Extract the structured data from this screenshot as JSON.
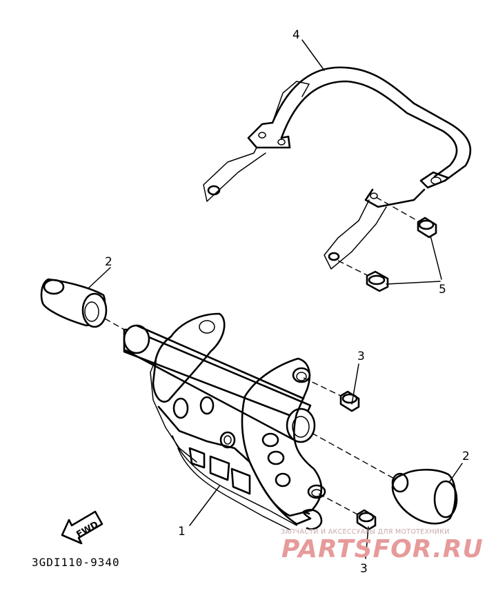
{
  "diagram": {
    "part_number": "3GDI110-9340",
    "fwd_label": "FWD",
    "callouts": [
      {
        "id": "4",
        "label": "4"
      },
      {
        "id": "2a",
        "label": "2"
      },
      {
        "id": "2b",
        "label": "2"
      },
      {
        "id": "3a",
        "label": "3"
      },
      {
        "id": "3b",
        "label": "3"
      },
      {
        "id": "5",
        "label": "5"
      },
      {
        "id": "1",
        "label": "1"
      }
    ]
  },
  "watermark": {
    "tagline": "ЗАПЧАСТИ И АКСЕССУАРЫ ДЛЯ МОТОТЕХНИКИ",
    "logo": "PARTSFOR.RU",
    "color": "#e79a9a"
  }
}
